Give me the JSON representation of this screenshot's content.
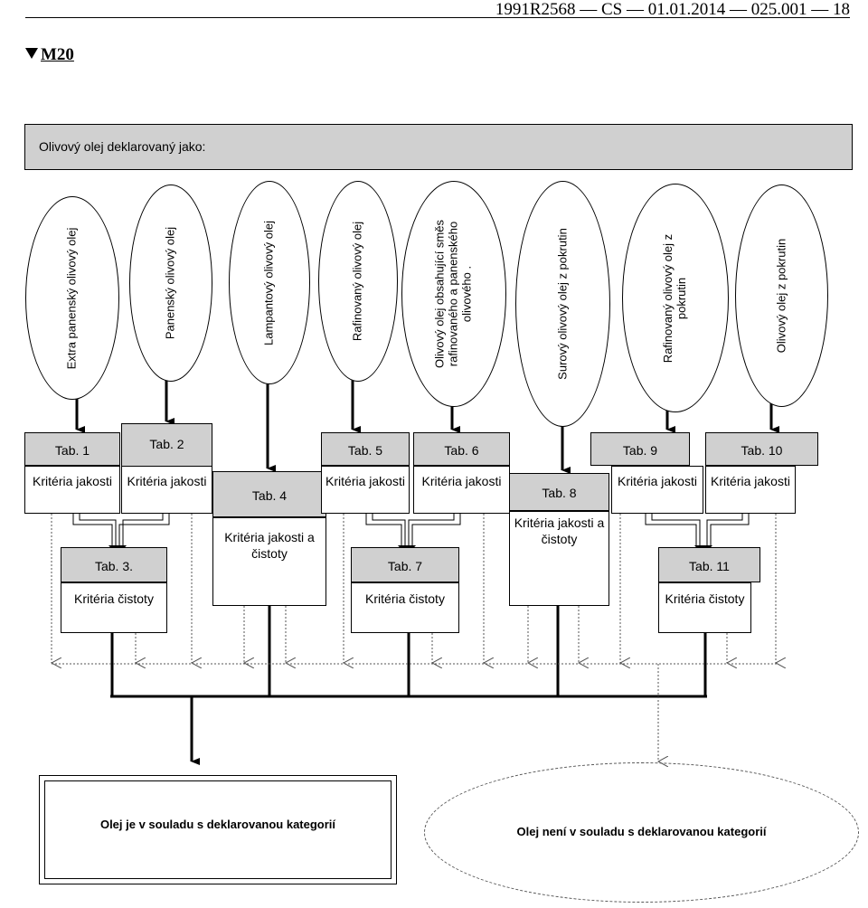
{
  "header": {
    "text": "1991R2568 — CS — 01.01.2014 — 025.001 — 18",
    "marker_label": "M20",
    "marker_icon": "triangle-down-icon"
  },
  "title": "Olivový olej deklarovaný jako:",
  "categories": [
    "Extra panenský olivový olej",
    "Panenský olivový olej",
    "Lampantový olivový olej",
    "Rafinovaný olivový olej",
    "Olivový olej obsahující směs rafinovaného a panenského olivového .",
    "Surový olivový olej z pokrutin",
    "Rafinovaný olivový olej z pokrutin",
    "Olivový olej z pokrutin"
  ],
  "tables": {
    "t1": "Tab. 1",
    "t2": "Tab. 2",
    "t3": "Tab. 3.",
    "t4": "Tab. 4",
    "t5": "Tab. 5",
    "t6": "Tab. 6",
    "t7": "Tab. 7",
    "t8": "Tab. 8",
    "t9": "Tab. 9",
    "t10": "Tab. 10",
    "t11": "Tab. 11"
  },
  "criteria": {
    "quality": "Kritéria jakosti",
    "purity": "Kritéria čistoty",
    "quality_purity": "Kritéria jakosti a čistoty"
  },
  "results": {
    "conform": "Olej je v souladu s deklarovanou kategorií",
    "nonconform": "Olej není v souladu s deklarovanou kategorií"
  }
}
